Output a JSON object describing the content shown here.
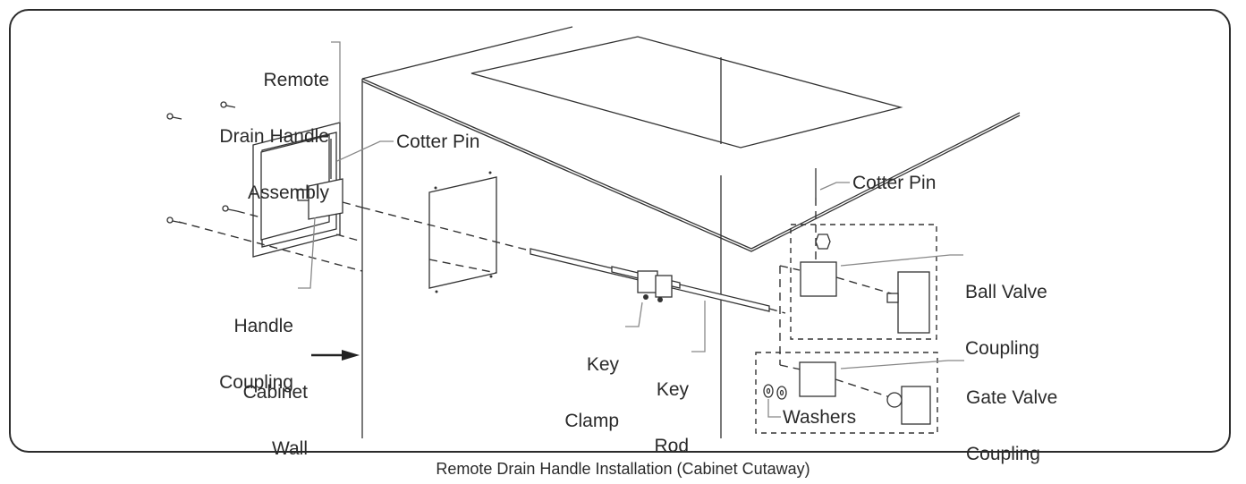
{
  "figure": {
    "caption": "Remote Drain Handle Installation (Cabinet Cutaway)",
    "labels": {
      "remote_assembly": [
        "Remote",
        "Drain Handle",
        "Assembly"
      ],
      "cotter_pin_left": "Cotter Pin",
      "handle_coupling": [
        "Handle",
        "Coupling"
      ],
      "cabinet_wall": [
        "Cabinet",
        "Wall"
      ],
      "key_clamp": [
        "Key",
        "Clamp"
      ],
      "key_rod": [
        "Key",
        "Rod"
      ],
      "cotter_pin_right": "Cotter Pin",
      "ball_valve_coupling": [
        "Ball Valve",
        "Coupling"
      ],
      "gate_valve_coupling": [
        "Gate Valve",
        "Coupling"
      ],
      "washers": "Washers"
    }
  }
}
